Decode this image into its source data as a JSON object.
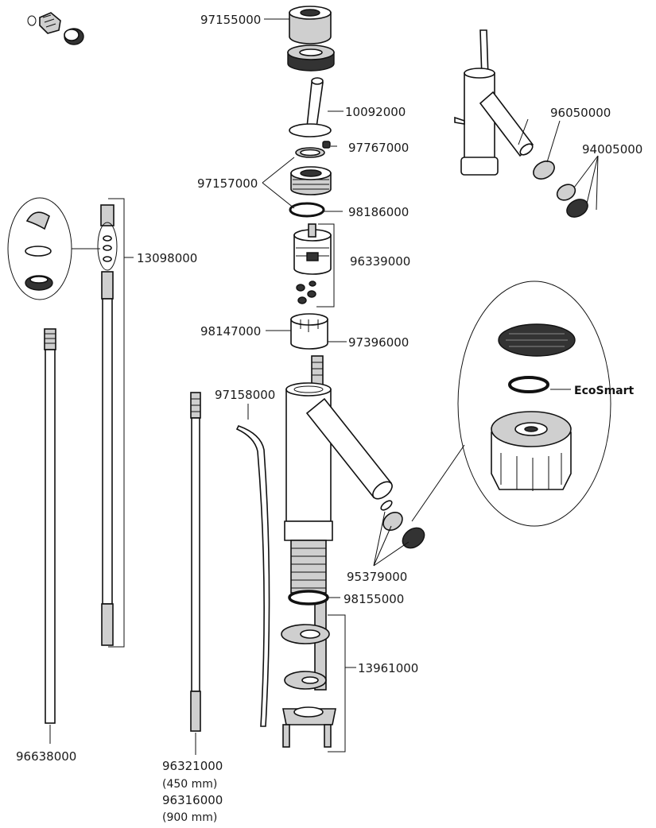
{
  "labels": {
    "p97155000": "97155000",
    "p10092000": "10092000",
    "p97767000": "97767000",
    "p97157000": "97157000",
    "p98186000": "98186000",
    "p96339000": "96339000",
    "p98147000": "98147000",
    "p97396000": "97396000",
    "p13098000": "13098000",
    "p96050000": "96050000",
    "p94005000": "94005000",
    "p97158000": "97158000",
    "ecosmart": "EcoSmart",
    "p95379000": "95379000",
    "p98155000": "98155000",
    "p13961000": "13961000",
    "p96638000": "96638000",
    "p96321000": "96321000",
    "len450": "(450 mm)",
    "p96316000": "96316000",
    "len900": "(900 mm)"
  },
  "colors": {
    "line": "#111111",
    "metal": "#cfcfcf",
    "dark": "#333333"
  }
}
